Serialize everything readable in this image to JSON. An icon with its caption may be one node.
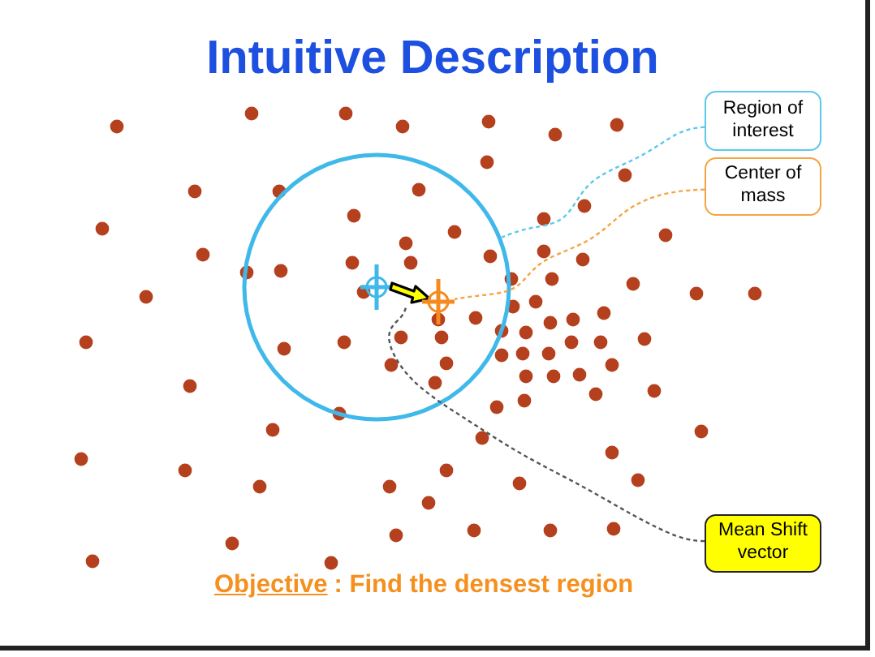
{
  "diagram": {
    "title": "Intuitive Description",
    "nodes": [
      {
        "text": [
          "Region of interest"
        ]
      },
      {
        "text": [
          "Center of mass"
        ]
      },
      {
        "text": [
          "Mean Shift vector"
        ]
      },
      {
        "text": [],
        "shape": "circle"
      },
      {
        "text": [],
        "shape": "cross",
        "in": 3
      },
      {
        "text": [],
        "shape": "arrow",
        "in": 3
      },
      {
        "text": [],
        "shape": "cross",
        "in": 3
      }
    ],
    "edges": [
      {
        "from": 0,
        "to": 3,
        "arrow": "none",
        "style": "dashed",
        "color": "#5bc8ec"
      },
      {
        "from": 1,
        "to": 6,
        "arrow": "none",
        "style": "dashed",
        "color": "#f5a442"
      },
      {
        "from": 2,
        "to": 5,
        "arrow": "none",
        "style": "dashed",
        "color": "#555555"
      }
    ],
    "labels": [
      "Objective",
      ": Find the densest region"
    ]
  }
}
